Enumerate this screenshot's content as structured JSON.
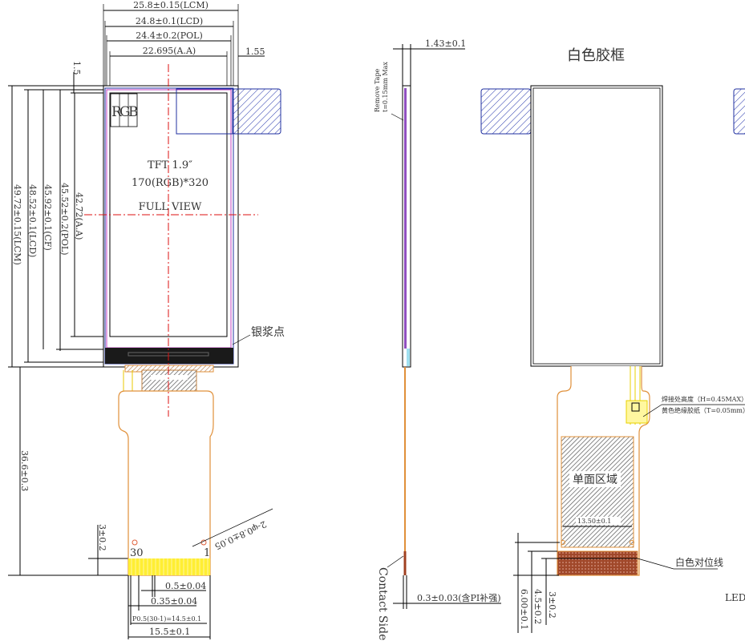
{
  "front_view": {
    "dims_top": {
      "lcm_width": "25.8±0.15(LCM)",
      "lcd_width": "24.8±0.1(LCD)",
      "pol_width": "24.4±0.2(POL)",
      "aa_width": "22.695(A.A)",
      "right_margin": "1.55",
      "top_margin": "1.5"
    },
    "dims_left": {
      "lcm_height": "49.72±0.15(LCM)",
      "lcd_height": "48.52±0.1(LCD)",
      "cf_height": "45.92±0.1(CF)",
      "pol_height": "45.52±0.2(POL)",
      "aa_height": "42.72(A.A)",
      "fpc_length": "36.6±0.3",
      "finger_length": "3±0.2"
    },
    "rgb_label": [
      "R",
      "G",
      "B"
    ],
    "rgb_colors": [
      "#e02020",
      "#20c020",
      "#2030d0"
    ],
    "panel_text": {
      "line1": "TFT 1.9″",
      "line2": "170(RGB)*320",
      "line3": "FULL VIEW"
    },
    "silver_paste_label": "银浆点",
    "pin_first": "30",
    "pin_last": "1",
    "hole_note": "2-φ0.8±0.05",
    "dims_bottom": {
      "pin_width": "0.5±0.04",
      "pin_gap": "0.35±0.04",
      "pitch_total": "P0.5(30-1)=14.5±0.1",
      "fpc_width": "15.5±0.1"
    }
  },
  "side_view": {
    "thickness": "1.43±0.1",
    "remove_tape": "Remove Tape",
    "tape_thickness": "t=0.15mm Max",
    "contact_side": "Contact Side",
    "fpc_thickness": "0.3±0.03(含PI补强)"
  },
  "back_view": {
    "title": "白色胶框",
    "solder_height_note": "焊接处高度（H=0.45MAX）",
    "tape_note": "黄色绝缘胶纸（T=0.05mm）",
    "single_side_label": "单面区域",
    "stiffener_width": "13.50±0.1",
    "align_line_label": "白色对位线",
    "dim_6": "6.00±0.1",
    "dim_45": "4.5±0.2",
    "dim_3": "3±0.2",
    "leda_label": "LEDA"
  },
  "colors": {
    "center_line": "#dd1111",
    "outline_blue": "#2030a0",
    "fpc_orange": "#e0903a",
    "gold_finger": "#ffee33",
    "annotation_magenta": "#e020e0"
  }
}
